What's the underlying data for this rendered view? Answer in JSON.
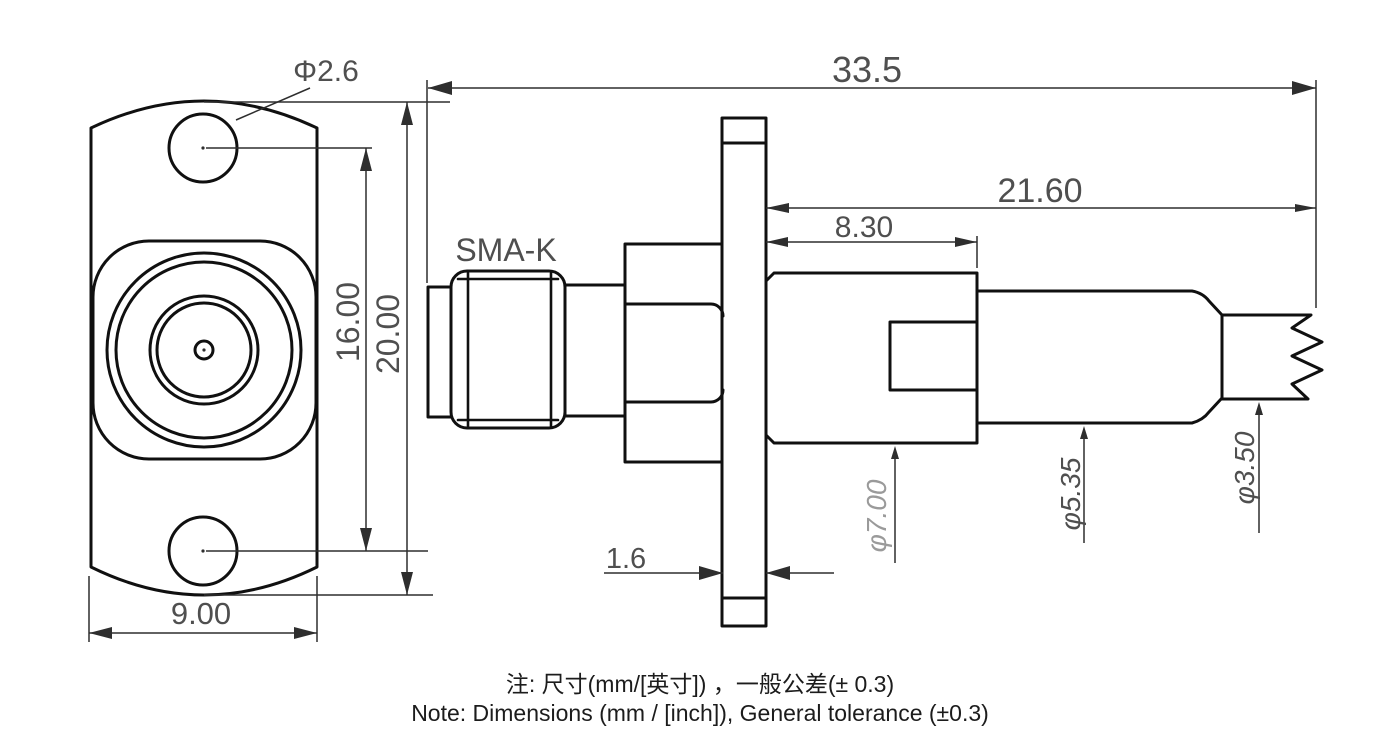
{
  "labels": {
    "connector_type": "SMA-K"
  },
  "dimensions": {
    "mount_hole_diameter": "Φ2.6",
    "overall_length": "33.5",
    "rear_section_length": "21.60",
    "body_section_length": "8.30",
    "hole_spacing": "16.00",
    "flange_height": "20.00",
    "flange_width": "9.00",
    "flange_thickness": "1.6",
    "body_diameter": "φ7.00",
    "barrel_diameter": "φ5.35",
    "tip_diameter": "φ3.50"
  },
  "notes": {
    "zh": "注: 尺寸(mm/[英寸]) ，一般公差(± 0.3)",
    "en": "Note: Dimensions (mm / [inch]), General tolerance (±0.3)"
  },
  "colors": {
    "outline": "#101010",
    "dimension_lines": "#2e2e2e",
    "dimension_text": "#4f4f4f",
    "hidden_text": "#9a9a9a",
    "background": "#ffffff"
  }
}
